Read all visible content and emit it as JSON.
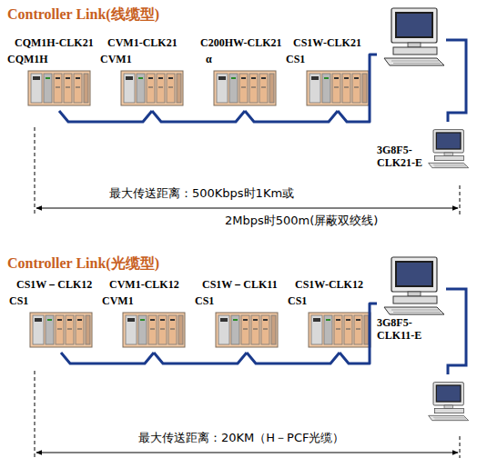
{
  "diagram": {
    "nodes": [
      {
        "text": [
          "CQM1H-CLK21",
          "CQM1H"
        ]
      },
      {
        "text": [
          "CVM1-CLK21",
          "CVM1"
        ]
      },
      {
        "text": [
          "C200HW-CLK21",
          "α"
        ]
      },
      {
        "text": [
          "CS1W-CLK21",
          "CS1"
        ]
      },
      {
        "text": [
          "3G8F5-CLK21-E"
        ]
      },
      {
        "text": [
          "CS1W－CLK12",
          "CS1"
        ]
      },
      {
        "text": [
          "CVM1-CLK12",
          "CVM1"
        ]
      },
      {
        "text": [
          "CS1W－CLK11",
          "CS1"
        ]
      },
      {
        "text": [
          "CS1W-CLK12",
          "CS1"
        ]
      },
      {
        "text": [
          "3G8F5-CLK11-E"
        ]
      }
    ],
    "edges": [
      {
        "from": 0,
        "to": 1,
        "arrow": "none"
      },
      {
        "from": 1,
        "to": 2,
        "arrow": "none"
      },
      {
        "from": 2,
        "to": 3,
        "arrow": "none"
      },
      {
        "from": 3,
        "to": 4,
        "arrow": "none"
      },
      {
        "from": 5,
        "to": 6,
        "arrow": "none"
      },
      {
        "from": 6,
        "to": 7,
        "arrow": "none"
      },
      {
        "from": 7,
        "to": 8,
        "arrow": "none"
      },
      {
        "from": 8,
        "to": 9,
        "arrow": "none"
      }
    ],
    "labels": [
      "Controller Link(线缆型)",
      "最大传送距离：500Kbps时1Km或",
      "2Mbps时500m(屏蔽双绞线)",
      "Controller Link(光缆型)",
      "最大传送距离：20KM（H－PCF光缆）"
    ]
  }
}
